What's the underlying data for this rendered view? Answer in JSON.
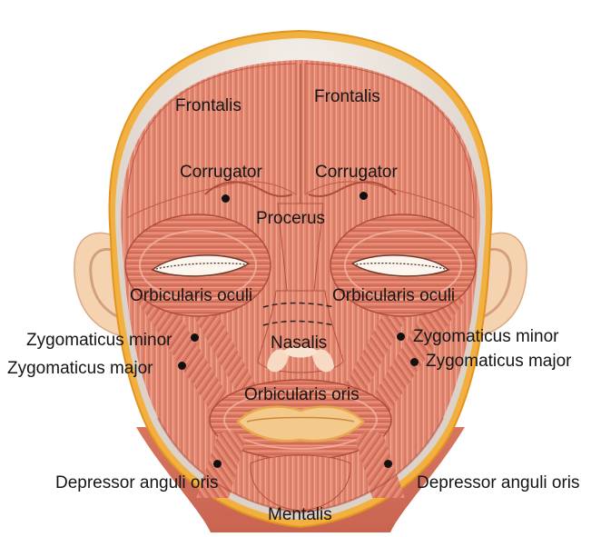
{
  "labels": {
    "frontalis_left": "Frontalis",
    "frontalis_right": "Frontalis",
    "corrugator_left": "Corrugator",
    "corrugator_right": "Corrugator",
    "procerus": "Procerus",
    "orbicularis_oculi_left": "Orbicularis oculi",
    "orbicularis_oculi_right": "Orbicularis oculi",
    "zygomaticus_minor_left": "Zygomaticus minor",
    "zygomaticus_minor_right": "Zygomaticus minor",
    "zygomaticus_major_left": "Zygomaticus major",
    "zygomaticus_major_right": "Zygomaticus major",
    "nasalis": "Nasalis",
    "orbicularis_oris": "Orbicularis oris",
    "depressor_anguli_oris_left": "Depressor anguli oris",
    "depressor_anguli_oris_right": "Depressor anguli oris",
    "mentalis": "Mentalis"
  },
  "colors": {
    "muscle": "#e3806c",
    "muscle_dark": "#b94f3e",
    "muscle_light": "#f1ad98",
    "fat": "#f0a830",
    "skin": "#f6d6b4",
    "background": "#ffffff"
  }
}
